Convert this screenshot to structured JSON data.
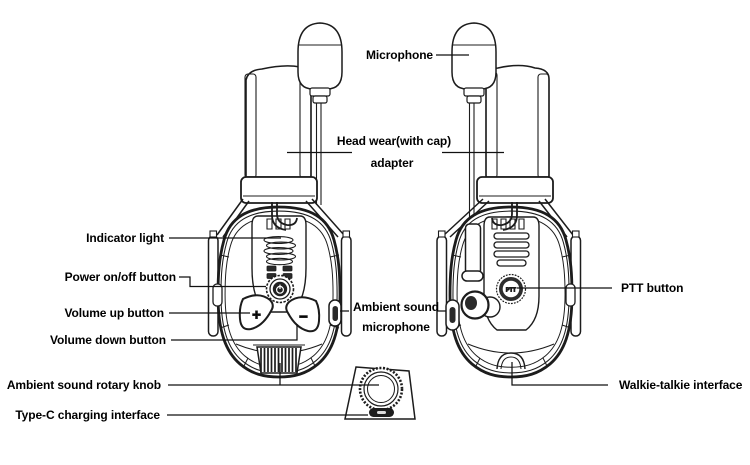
{
  "diagram": {
    "type": "product-callout-diagram",
    "subject": "headset with boom microphone (front view, side view and bottom detail)"
  },
  "labels": {
    "microphone": "Microphone",
    "head_adapter_1": "Head wear(with cap)",
    "head_adapter_2": "adapter",
    "indicator_light": "Indicator light",
    "power_button": "Power on/off button",
    "volume_up": "Volume up button",
    "volume_down": "Volume down button",
    "ambient_knob": "Ambient sound rotary knob",
    "type_c": "Type-C charging interface",
    "ambient_mic_1": "Ambient sound",
    "ambient_mic_2": "microphone",
    "ptt": "PTT button",
    "walkie": "Walkie-talkie interface"
  },
  "glyphs": {
    "volume_up": "+",
    "volume_down": "−",
    "ptt": "PTT"
  },
  "colors": {
    "line": "#1c1c1c",
    "text": "#000000",
    "dark_fill": "#2a2a2a",
    "background": "#ffffff"
  }
}
